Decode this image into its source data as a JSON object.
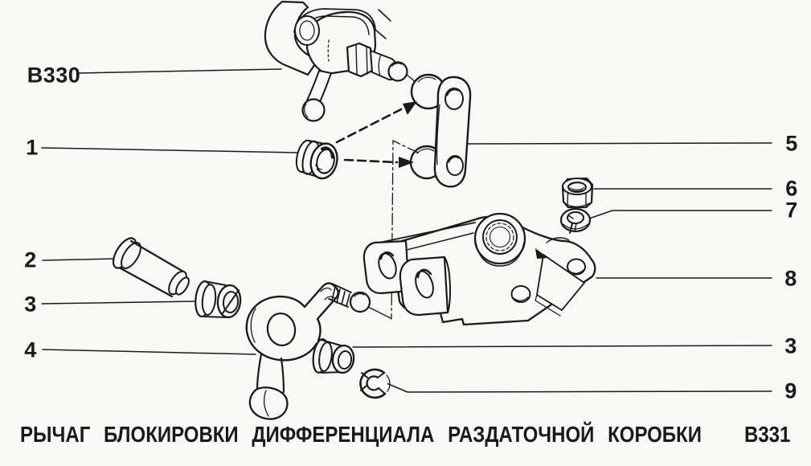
{
  "figure": {
    "top_code": "B330",
    "bottom_code": "B331",
    "caption": {
      "words": [
        "РЫЧАГ",
        "БЛОКИРОВКИ",
        "ДИФФЕРЕНЦИАЛА",
        "РАЗДАТОЧНОЙ",
        "КОРОБКИ"
      ],
      "text": "РЫЧАГ БЛОКИРОВКИ ДИФФЕРЕНЦИАЛА РАЗДАТОЧНОЙ КОРОБКИ"
    }
  },
  "callouts": {
    "left": [
      "B330",
      "1",
      "2",
      "3",
      "4"
    ],
    "right": [
      "5",
      "6",
      "7",
      "8",
      "3",
      "9"
    ]
  },
  "colors": {
    "background": "#f8f8f7",
    "line": "#1a1a1a"
  }
}
